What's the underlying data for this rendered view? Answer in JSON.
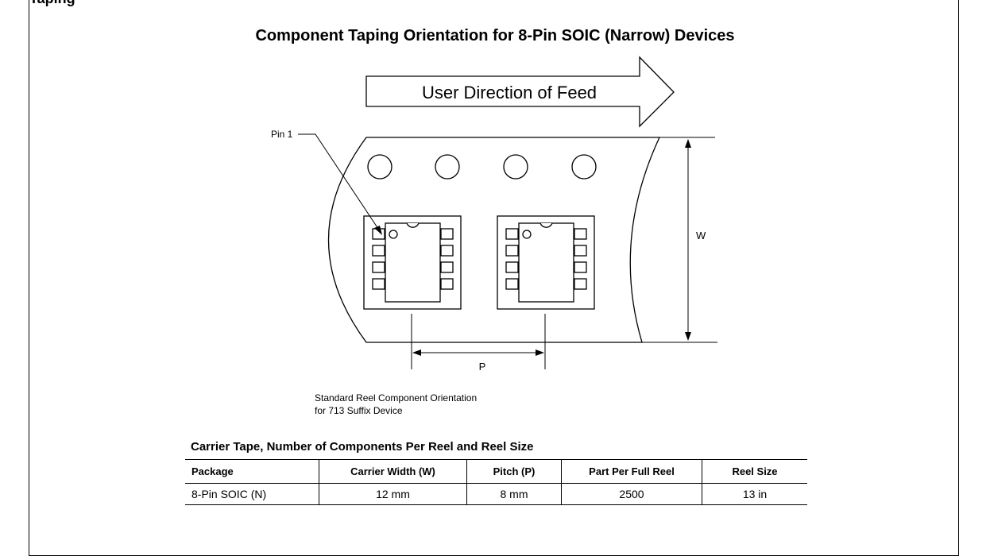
{
  "section_heading_clipped": "Taping",
  "title": "Component Taping Orientation for 8-Pin SOIC (Narrow) Devices",
  "diagram": {
    "feed_label": "User Direction of Feed",
    "pin1_label": "Pin 1",
    "width_label": "W",
    "pitch_label": "P"
  },
  "caption": {
    "line1": "Standard Reel Component Orientation",
    "line2": "for 713 Suffix Device"
  },
  "table": {
    "title": "Carrier Tape, Number of Components Per Reel and Reel Size",
    "headers": [
      "Package",
      "Carrier Width (W)",
      "Pitch (P)",
      "Part Per Full Reel",
      "Reel Size"
    ],
    "rows": [
      [
        "8-Pin SOIC (N)",
        "12 mm",
        "8 mm",
        "2500",
        "13 in"
      ]
    ]
  }
}
